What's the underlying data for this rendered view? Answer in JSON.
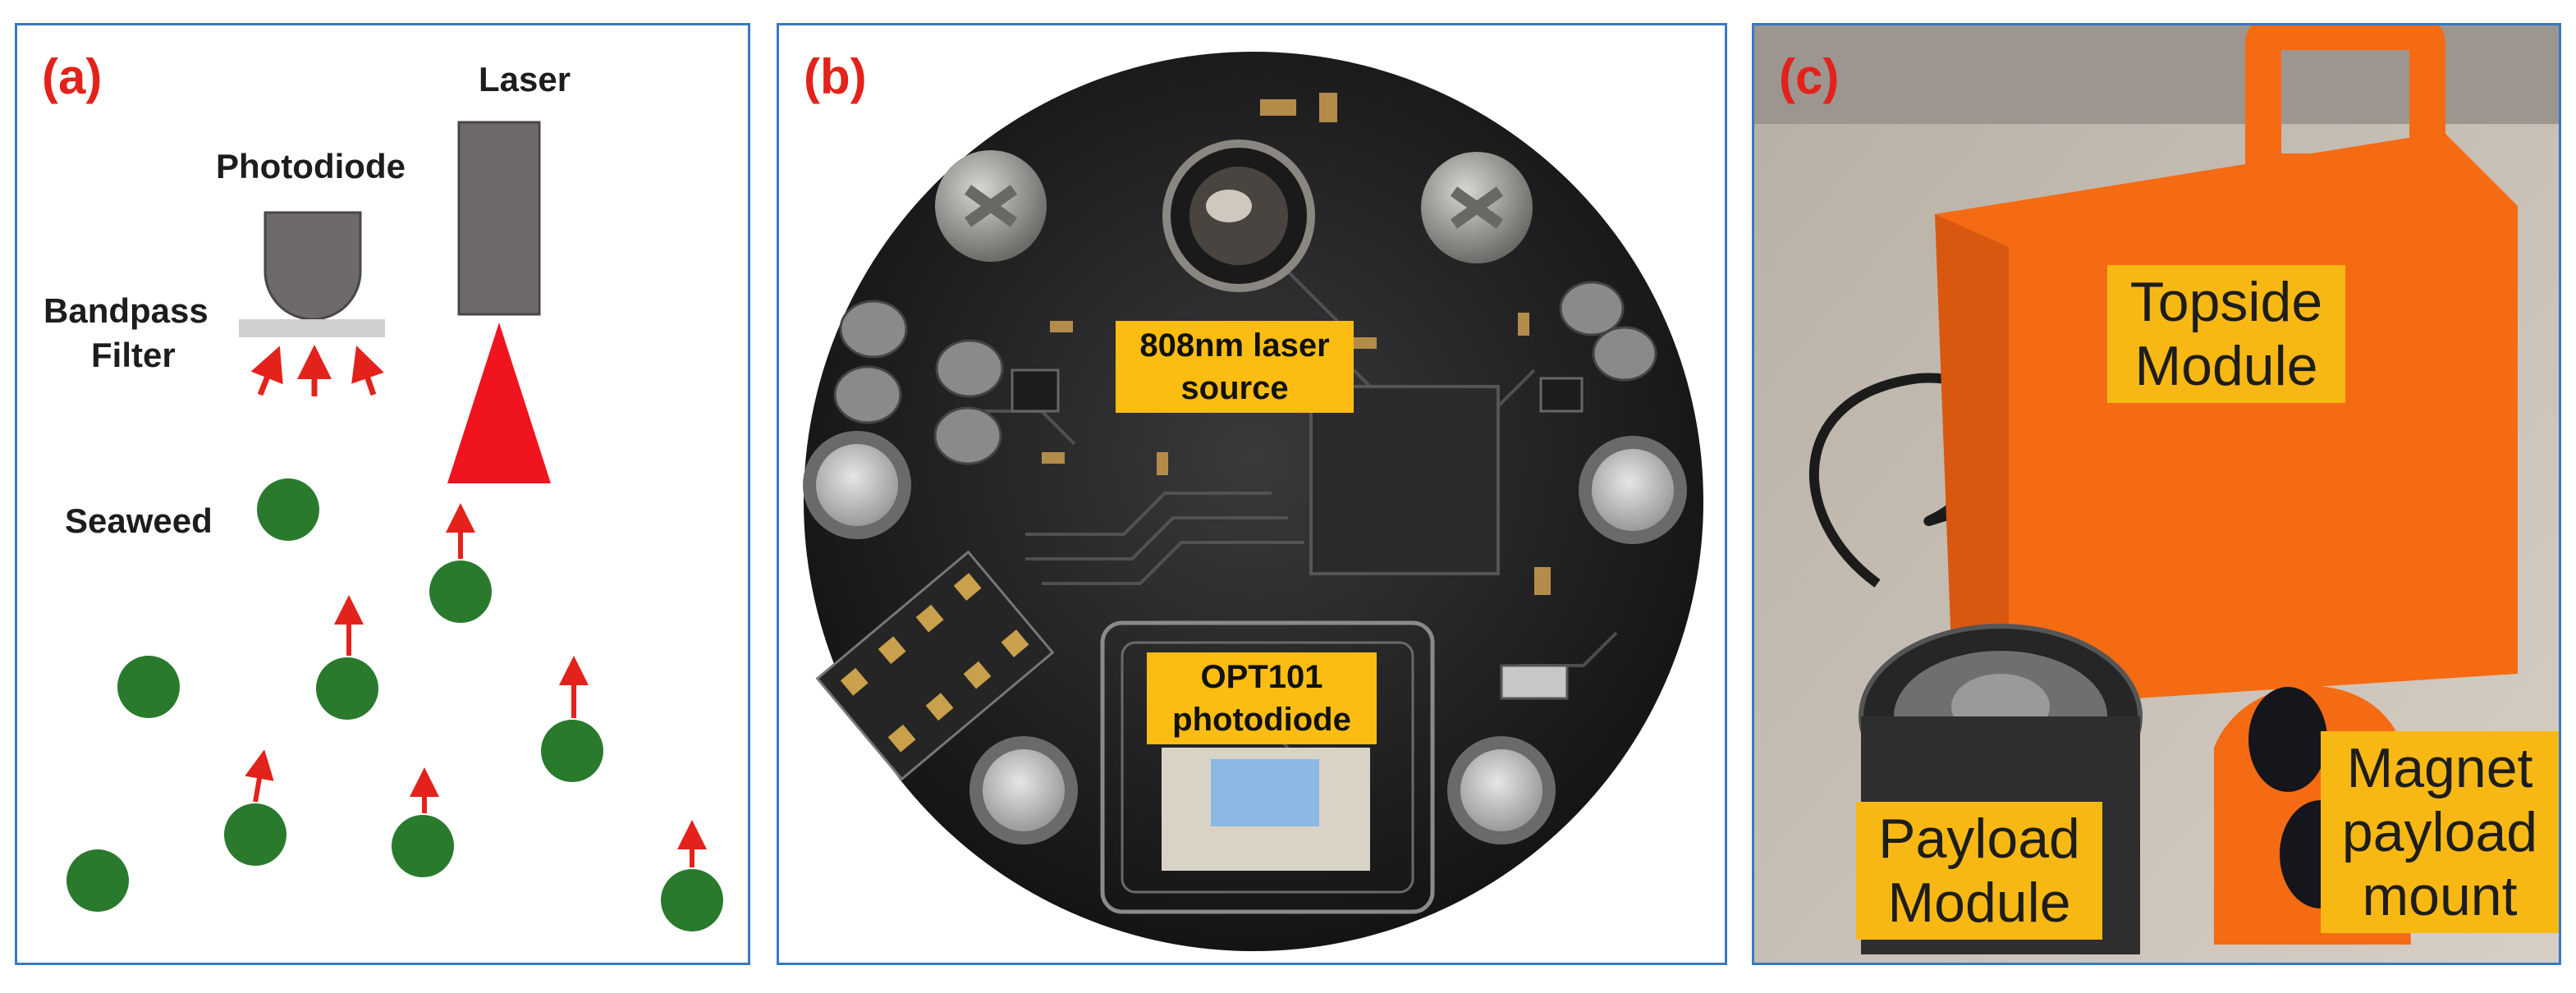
{
  "panel_a": {
    "label": "(a)",
    "laser_label": "Laser",
    "photodiode_label": "Photodiode",
    "filter_label_line1": "Bandpass",
    "filter_label_line2": "Filter",
    "seaweed_label": "Seaweed"
  },
  "panel_b": {
    "label": "(b)",
    "laser_callout_line1": "808nm laser",
    "laser_callout_line2": "source",
    "photodiode_callout_line1": "OPT101",
    "photodiode_callout_line2": "photodiode"
  },
  "panel_c": {
    "label": "(c)",
    "topside_line1": "Topside",
    "topside_line2": "Module",
    "payload_line1": "Payload",
    "payload_line2": "Module",
    "magnet_line1": "Magnet",
    "magnet_line2": "payload",
    "magnet_line3": "mount"
  },
  "colors": {
    "panel_border": "#3a78c2",
    "label_red": "#e3221b",
    "seaweed_green": "#2a7a2e",
    "laser_gray": "#6e6a6a",
    "callout_yellow": "#fbbd12",
    "housing_orange": "#f56b14"
  }
}
